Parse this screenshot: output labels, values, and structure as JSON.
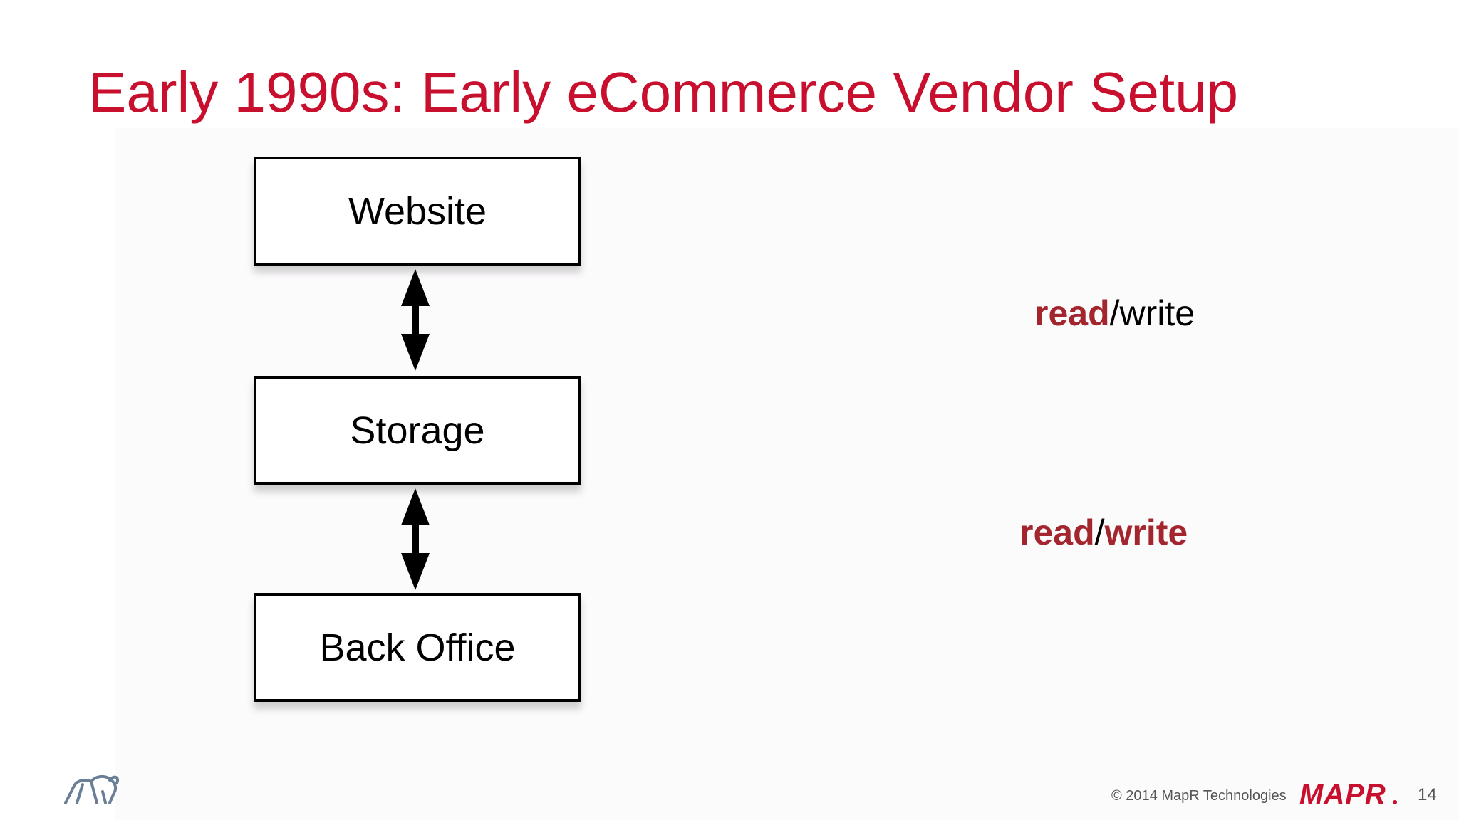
{
  "slide": {
    "title": "Early 1990s: Early eCommerce Vendor Setup",
    "page_number": "14"
  },
  "diagram": {
    "boxes": [
      {
        "label": "Website"
      },
      {
        "label": "Storage"
      },
      {
        "label": "Back Office"
      }
    ],
    "links": [
      {
        "from": "Website",
        "to": "Storage",
        "direction": "bidirectional"
      },
      {
        "from": "Storage",
        "to": "Back Office",
        "direction": "bidirectional"
      }
    ],
    "annotations": [
      {
        "read": "read",
        "sep": "/",
        "write": "write",
        "bold": [
          "read"
        ]
      },
      {
        "read": "read",
        "sep": "/",
        "write": "write",
        "bold": [
          "read",
          "write"
        ]
      }
    ]
  },
  "footer": {
    "copyright": "© 2014 MapR Technologies",
    "brand": "MAPR",
    "logo_icon": "elephant-logo-icon"
  },
  "colors": {
    "title": "#c8102e",
    "emphasis": "#a3262e",
    "brand": "#c8102e"
  }
}
